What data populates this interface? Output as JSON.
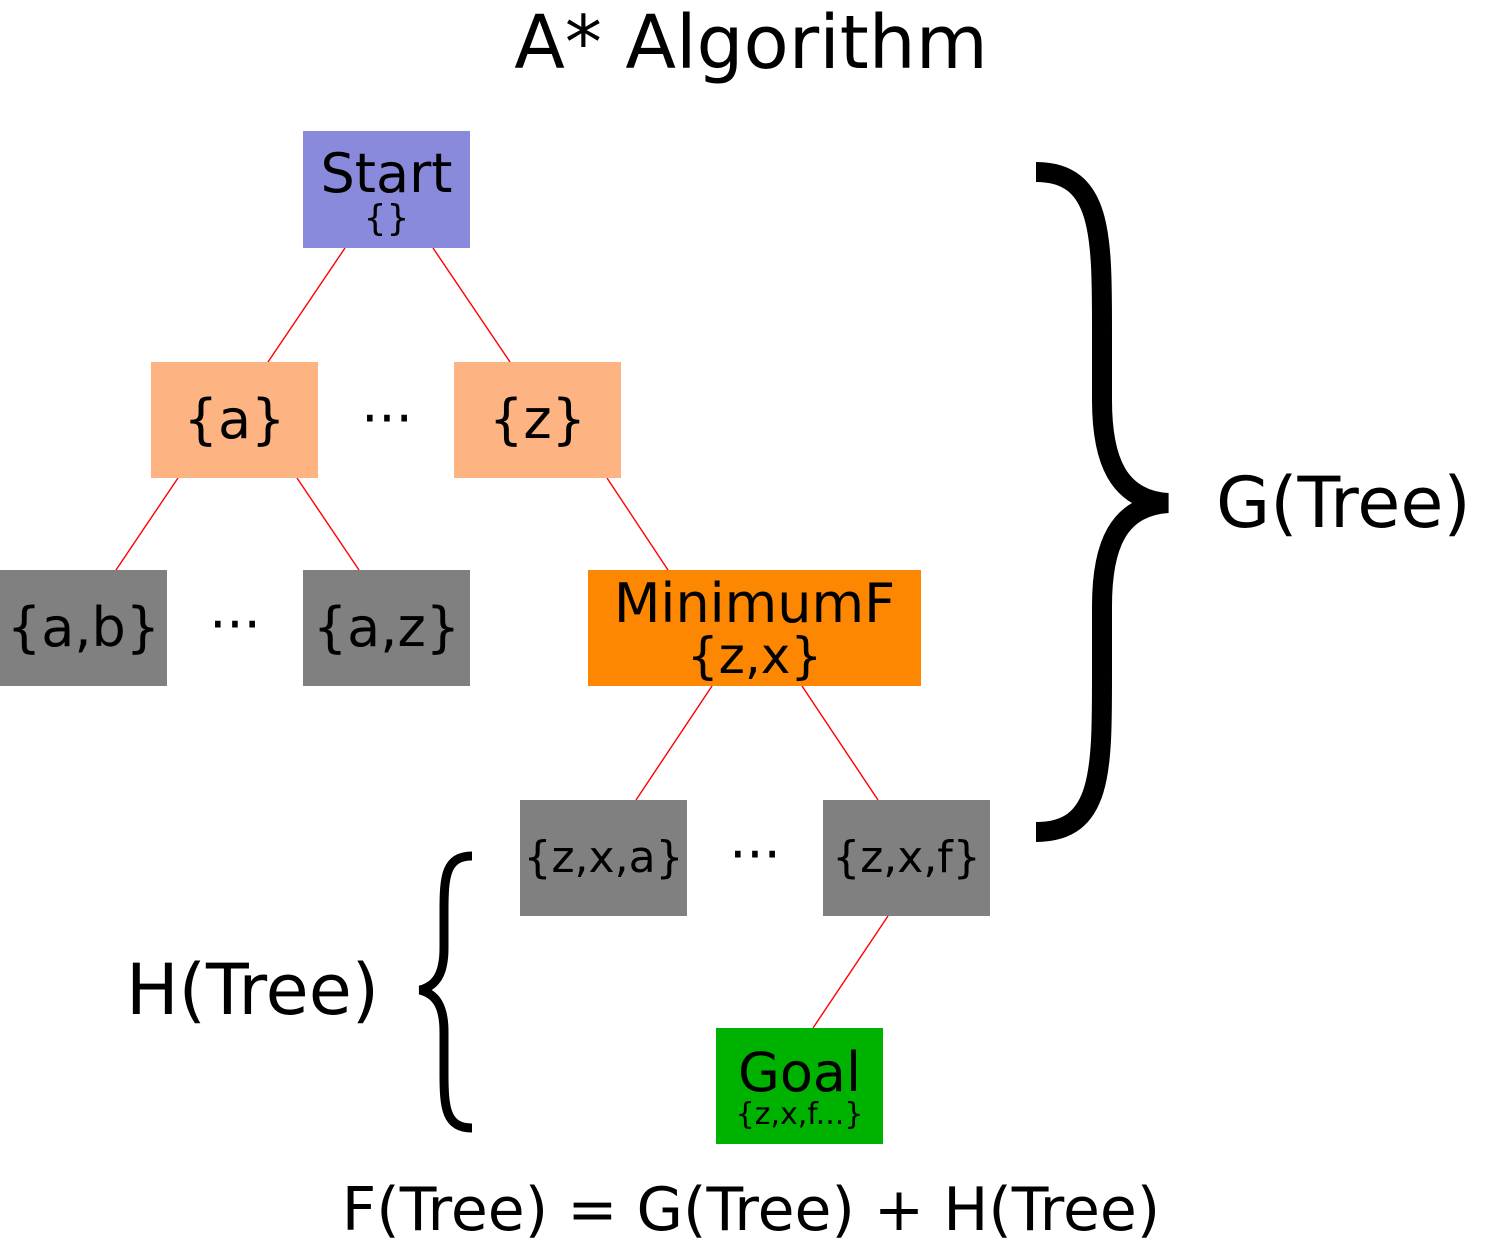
{
  "title": "A* Algorithm",
  "colors": {
    "start": "#8a8add",
    "level1": "#fdb382",
    "unexplored": "#808080",
    "minimum": "#fd8700",
    "goal": "#00b200",
    "edge": "#ff0000"
  },
  "nodes": {
    "start": {
      "label": "Start",
      "set": "{}"
    },
    "a": {
      "label": "{a}"
    },
    "z": {
      "label": "{z}"
    },
    "ab": {
      "label": "{a,b}"
    },
    "az": {
      "label": "{a,z}"
    },
    "minimum": {
      "label": "MinimumF",
      "set": "{z,x}"
    },
    "zxa": {
      "label": "{z,x,a}"
    },
    "zxf": {
      "label": "{z,x,f}"
    },
    "goal": {
      "label": "Goal",
      "set": "{z,x,f...}"
    }
  },
  "ellipsis": "···",
  "g_label": "G(Tree)",
  "h_label": "H(Tree)",
  "formula": "F(Tree) = G(Tree) + H(Tree)"
}
